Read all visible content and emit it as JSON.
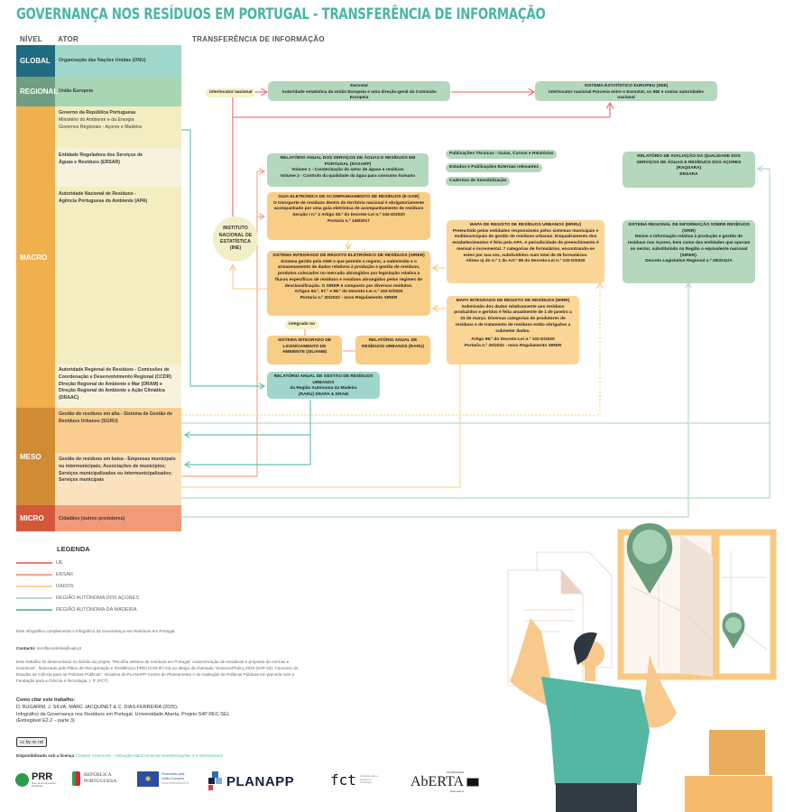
{
  "title": "GOVERNANÇA NOS RESÍDUOS EM PORTUGAL - TRANSFERÊNCIA DE INFORMAÇÃO",
  "headers": {
    "level": "NÍVEL",
    "actor": "ATOR",
    "transfer": "TRANSFERÊNCIA DE INFORMAÇÃO"
  },
  "levels": [
    {
      "label": "GLOBAL",
      "color": "#1f6b80"
    },
    {
      "label": "REGIONAL",
      "color": "#6f9e82"
    },
    {
      "label": "MACRO",
      "color": "#efb04d"
    },
    {
      "label": "MESO",
      "color": "#cf8c33"
    },
    {
      "label": "MICRO",
      "color": "#d2573b"
    }
  ],
  "actors": {
    "global": "Organização das Nações Unidas (ONU)",
    "regional": "União Europeia",
    "governo_1": "Governo da República Portuguesa",
    "governo_2": "Ministério do Ambiente e da Energia",
    "governo_3": "Governos Regionais - Açores e Madeira",
    "ersar": "Entidade Reguladora dos Serviços de Águas e Resíduos (ERSAR)",
    "apa": "Autoridade Nacional de Resíduos - Agência Portuguesa do Ambiente (APA)",
    "regional_auth": "Autoridade Regional de Resíduos - Comissões de Coordenação e Desenvolvimento Regional (CCDR) Direção Regional do Ambiente e Mar (DRAM) e Direção Regional do Ambiente e Ação Climática (DRAAC)",
    "alta": "Gestão de resíduos em alta - Sistema de Gestão de Resíduos Urbanos (SGRU)",
    "baixa": "Gestão de resíduos em baixa - Empresas municipais ou intermunicipais; Associações de municípios; Serviços municipalizados ou intermunicipalizados; Serviços municipais",
    "micro": "Cidadãos (outros produtores)"
  },
  "nodes": {
    "interlocutor": "interlocutor nacional",
    "eurostat_title": "Eurostat",
    "eurostat_desc": "Autoridade estatística da União Europeia e uma direção-geral da Comissão Europeia",
    "see_title": "SISTEMA ESTATÍSTICO EUROPEU (SEE)",
    "see_desc": "interlocutor nacional Parceria entre o Eurostat, os INE e outras autoridades nacional",
    "ine": "INSTITUTO NACIONAL DE ESTATÍSTICA (INE)",
    "rasarp_title": "RELATÓRIO ANUAL DOS SERVIÇOS DE ÁGUAS E RESÍDUOS EM PORTUGAL (RASARP)",
    "rasarp_v1": "Volume 1 - Caraterização do setor de águas e resíduos",
    "rasarp_v2": "Volume 2 - Controlo da qualidade da água para consumo humano",
    "pub1": "Publicações Técnicas - Guias, Cursos e Relatórios",
    "pub2": "Estudos e Publicações Externas relevantes",
    "pub3": "Cadernos de Sensibilização",
    "raqsara_title": "RELATÓRIO DE AVALIAÇÃO DA QUALIDADE DOS SERVIÇOS DE ÁGUAS E RESÍDUOS DOS AÇORES",
    "raqsara_code": "(RAQSARA)",
    "raqsara_org": "ERSARA",
    "egar_title": "GUIA ELETRÓNICA DE ACOMPANHAMENTO DE RESÍDUOS (E-GAR)",
    "egar_desc": "O transporte de resíduos dentro do território nacional é obrigatoriamente acompanhado por uma guia eletrónica de acompanhamento de resíduos",
    "egar_law": "Secção I n.º 2 Artigo 38.º do Decreto-Lei n.º 102-D/2020",
    "egar_portaria": "Portaria n.º 145/2017",
    "siliamb_connector": "integrado no",
    "sirer_title": "SISTEMA INTEGRADO DE REGISTO ELETRÓNICO DE RESÍDUOS (SIRER)",
    "sirer_desc": "Sistema gerido pela ANR e que permite o registo, a submissão e o armazenamento de dados relativos à produção e gestão de resíduos, produtos colocados no mercado abrangidos por legislação relativa a fluxos específicos de resíduos e resíduos abrangidos pelos regimes de desclassificação. O SIRER é composto por diversos módulos.",
    "sirer_law": "Artigos 94.º, 97.º e 98.º do Decreto-Lei n.º 102-D/2020",
    "sirer_portaria": "Portaria n.º 20/2022 - novo Regulamento SIRER",
    "mrru_title": "MAPA DE REGISTO DE RESÍDUOS URBANOS (MRRU)",
    "mrru_desc": "Preenchido pelas entidades responsáveis pelos sistemas municipais e multimunicipais de gestão de resíduos urbanos. Enquadramento dos estabelecimentos é feita pela APA. A periodicidade de preenchimento é mensal e incremental. 7 categorias de formulários, encontrando-se estes por sua vez, subdivididos num total de 25 formulários.",
    "mrru_law": "Alínea oj do n.º 1 do Art.º 98 do Decreto-Lei n.º 102-D/2020",
    "mirr_title": "MAPA INTEGRADO DE REGISTO DE RESÍDUOS (MIRR)",
    "mirr_desc": "Submissão dos dados relativamente aos resíduos produzidos e geridos é feita anualmente de 1 de janeiro a 31 de março. Diversas categorias de produtores de resíduos e de tratamento de resíduos estão obrigados a submeter dados.",
    "mirr_law": "Artigo 98.º do Decreto-Lei n.º 102-D/2020",
    "mirr_portaria": "Portaria n.º 20/2022 - novo Regulamento SIRER",
    "srir_title": "SISTEMA REGIONAL DE INFORMAÇÃO SOBRE RESÍDUOS (SRIR)",
    "srir_desc": "Reúne a informação relativa à produção e gestão de resíduos nos Açores, bem como das entidades que operam no sector, substituindo na Região o equivalente nacional (SIRER).",
    "srir_law": "Decreto Legislativo Regional n.º 29/2011/A",
    "siliamb": "SISTEMA INTEGRADO DE LICENCIAMENTO DE AMBIENTE (SILIAMB)",
    "raru": "RELATÓRIO ANUAL DE RESÍDUOS URBANOS (RARU)",
    "madeira_title": "RELATÓRIO ANUAL DE GESTÃO DE RESÍDUOS URBANOS",
    "madeira_sub": "da Região Autónoma da Madeira",
    "madeira_org": "(RARU) SRAPA & DRAM"
  },
  "legend": {
    "title": "LEGENDA",
    "items": [
      {
        "label": "UE",
        "color": "#ef7b7b"
      },
      {
        "label": "ERSAR",
        "color": "#f5a68a"
      },
      {
        "label": "DADOS",
        "color": "#f9d69a"
      },
      {
        "label": "REGIÃO AUTÓNOMA DOS AÇORES",
        "color": "#b6dcc2"
      },
      {
        "label": "REGIÃO AUTÓNOMA DA MADEIRA",
        "color": "#6cc0b3"
      }
    ]
  },
  "footer": {
    "complement": "Este Infográfico complementa o Infográfico da Governança nos Resíduos em Portugal.",
    "contact_label": "Contacto:",
    "contact_email": "recolha.seletiva@uab.pt",
    "project_text": "Este trabalho foi desenvolvido no âmbito do projeto \"Recolha seletiva de resíduos em Portugal: caracterização de iniciativas e proposta de normas e incentivos\", financiado pelo Plano de Recuperação e Resiliência (PRR) (C19-i07.04) ao abrigo da chamada \"Science4Policy 2023 (S4P-23): Concurso de Estudos de Ciência para as Políticas Públicas\", iniciativa do PLANAPP-Centro de Planeamento e de Avaliação de Políticas Públicas em parceria com a Fundação para a Ciência e Tecnologia, I. P. (FCT).",
    "cite_title": "Como citar este trabalho:",
    "cite_1": "D. BUGARIM, J. SILVA, MARC JACQUINET & C. DIAS-FERREIRA (2025).",
    "cite_2": "Infográfico da Governança nos Resíduos em Portugal. Universidade Aberta, Projeto S4P REC-SEL",
    "cite_3": "(Entregável E2.2 – parte 3)",
    "cc_badge": "cc by nc nd",
    "license_prefix": "Disponibilizado sob a licença",
    "license_link": "Creative Commons - Atribuição-NãoComercial-SemDerivações 4.0 Internacional"
  },
  "logos": {
    "prr": "PRR",
    "prr_sub": "Plano de Recuperação e Resiliência",
    "republica_1": "REPÚBLICA",
    "republica_2": "PORTUGUESA",
    "eu_1": "Financiado pela",
    "eu_2": "União Europeia",
    "eu_3": "NextGenerationEU",
    "planapp": "PLANAPP",
    "fct": "fct",
    "fct_sub": "Fundação para a Ciência e a Tecnologia",
    "aberta_top": "UNIVERSIDADE",
    "aberta": "AbERTA",
    "aberta_url": "www.uab.pt"
  }
}
